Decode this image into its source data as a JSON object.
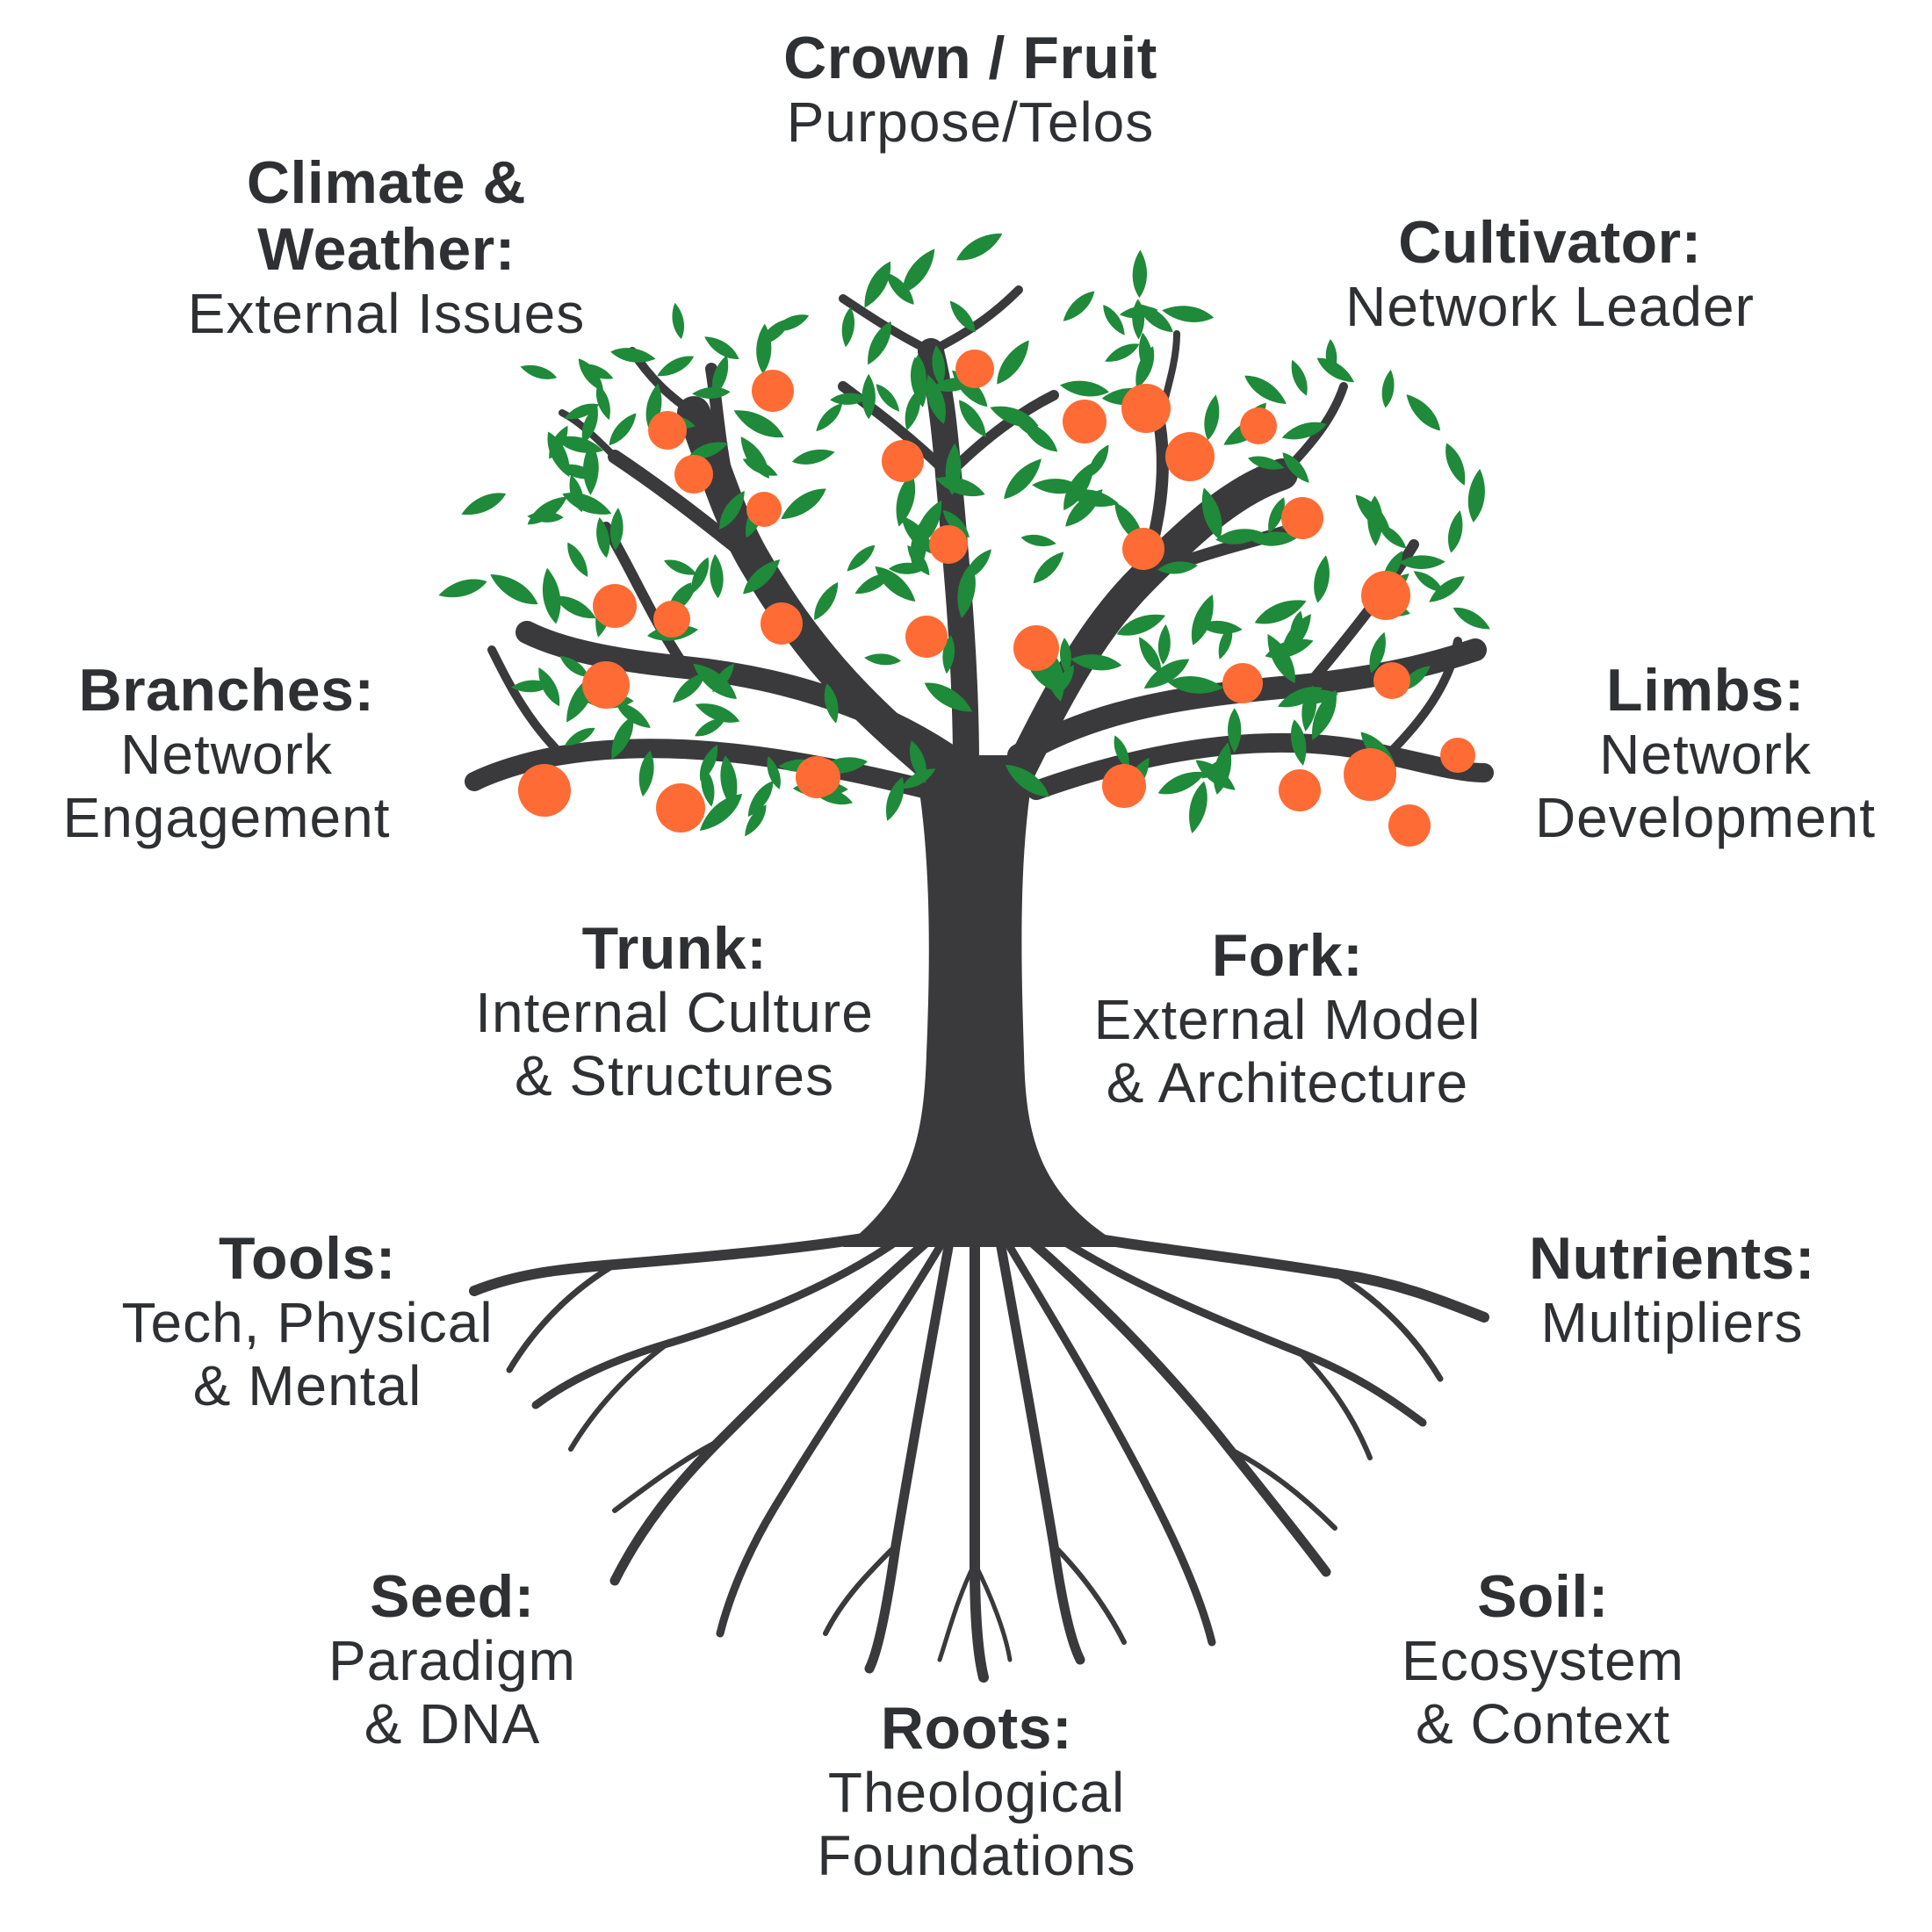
{
  "colors": {
    "bark": "#3a3a3c",
    "leaf": "#1f8a3a",
    "fruit": "#ff6b35",
    "text": "#2e3033"
  },
  "labels": {
    "crown": {
      "title": "Crown / Fruit",
      "lines": [
        "Purpose/Telos"
      ]
    },
    "climate": {
      "title_lines": [
        "Climate &",
        "Weather:"
      ],
      "lines": [
        "External Issues"
      ]
    },
    "cultivator": {
      "title": "Cultivator:",
      "lines": [
        "Network Leader"
      ]
    },
    "branches": {
      "title": "Branches:",
      "lines": [
        "Network",
        "Engagement"
      ]
    },
    "limbs": {
      "title": "Limbs:",
      "lines": [
        "Network",
        "Development"
      ]
    },
    "trunk": {
      "title": "Trunk:",
      "lines": [
        "Internal Culture",
        "& Structures"
      ]
    },
    "fork": {
      "title": "Fork:",
      "lines": [
        "External Model",
        "& Architecture"
      ]
    },
    "tools": {
      "title": "Tools:",
      "lines": [
        "Tech, Physical",
        "& Mental"
      ]
    },
    "nutrients": {
      "title": "Nutrients:",
      "lines": [
        "Multipliers"
      ]
    },
    "seed": {
      "title": "Seed:",
      "lines": [
        "Paradigm",
        "& DNA"
      ]
    },
    "soil": {
      "title": "Soil:",
      "lines": [
        "Ecosystem",
        "& Context"
      ]
    },
    "roots": {
      "title": "Roots:",
      "lines": [
        "Theological",
        "Foundations"
      ]
    }
  }
}
